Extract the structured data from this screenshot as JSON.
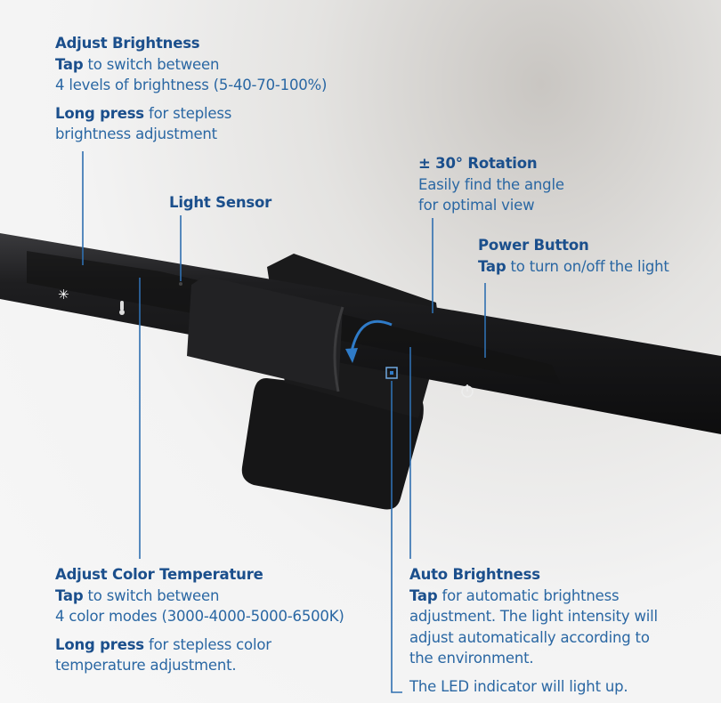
{
  "callouts": {
    "brightness": {
      "title": "Adjust Brightness",
      "tap_bold": "Tap",
      "tap_text": " to switch between",
      "tap_line2": "4 levels of brightness (5-40-70-100%)",
      "long_bold": "Long press",
      "long_text": " for stepless",
      "long_line2": "brightness adjustment"
    },
    "light_sensor": {
      "title": "Light Sensor"
    },
    "rotation": {
      "title": "± 30° Rotation",
      "line1": "Easily find the angle",
      "line2": "for optimal view"
    },
    "power": {
      "title": "Power Button",
      "tap_bold": "Tap",
      "tap_text": " to turn on/off the light"
    },
    "color_temp": {
      "title": "Adjust Color Temperature",
      "tap_bold": "Tap",
      "tap_text": " to switch between",
      "tap_line2": "4 color modes (3000-4000-5000-6500K)",
      "long_bold": "Long press",
      "long_text": " for stepless color",
      "long_line2": "temperature adjustment."
    },
    "auto_brightness": {
      "title": "Auto Brightness",
      "tap_bold": "Tap",
      "tap_text": " for automatic brightness",
      "line2": "adjustment. The light intensity will",
      "line3": "adjust automatically according to",
      "line4": "the environment.",
      "led_note": "The LED indicator will light up."
    }
  },
  "colors": {
    "heading": "#1b4f8c",
    "body": "#2a67a3",
    "line": "#2f6fb0",
    "lamp": "#1c1c1e"
  }
}
